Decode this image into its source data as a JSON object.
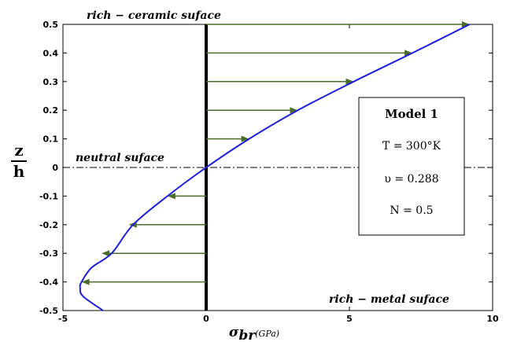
{
  "chart_data": {
    "type": "line",
    "xlabel": {
      "main": "σ",
      "sub": "br",
      "unit": "(GPa)"
    },
    "ylabel": {
      "numerator": "z",
      "denominator": "h"
    },
    "xlim": [
      -5,
      10
    ],
    "ylim": [
      -0.5,
      0.5
    ],
    "xticks": [
      -5,
      0,
      5,
      10
    ],
    "yticks": [
      -0.5,
      -0.4,
      -0.3,
      -0.2,
      -0.1,
      0,
      0.1,
      0.2,
      0.3,
      0.4,
      0.5
    ],
    "series": [
      {
        "color": "#1f1fd6",
        "x": [
          -3.6,
          -4.3,
          -4.4,
          -4.35,
          -4.0,
          -3.3,
          -2.55,
          -1.35,
          0.0,
          1.5,
          3.2,
          5.15,
          7.2,
          9.2
        ],
        "y": [
          -0.5,
          -0.45,
          -0.42,
          -0.4,
          -0.35,
          -0.3,
          -0.2,
          -0.1,
          0.0,
          0.1,
          0.2,
          0.3,
          0.4,
          0.5
        ]
      }
    ],
    "arrows": {
      "color": "#4a6e2a",
      "z": [
        -0.4,
        -0.3,
        -0.2,
        -0.1,
        0.1,
        0.2,
        0.3,
        0.4,
        0.5
      ],
      "sigma": [
        -4.35,
        -3.65,
        -2.7,
        -1.35,
        1.5,
        3.2,
        5.15,
        7.2,
        9.2
      ]
    },
    "annotations": {
      "top": "rich − ceramic suface",
      "neutral": "neutral suface",
      "bottom": "rich − metal suface"
    },
    "info_box": {
      "title": "Model 1",
      "lines": [
        "T = 300°K",
        "υ = 0.288",
        "N = 0.5"
      ]
    },
    "grid": false,
    "legend": "none"
  }
}
